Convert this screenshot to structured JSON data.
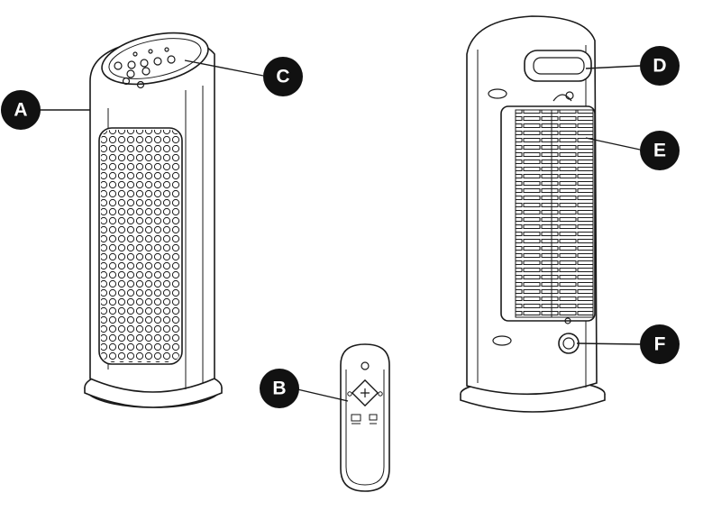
{
  "callouts": {
    "a": "A",
    "b": "B",
    "c": "C",
    "d": "D",
    "e": "E",
    "f": "F"
  },
  "colors": {
    "outline": "#1a1a1a",
    "callout_fill": "#111111",
    "callout_text": "#ffffff",
    "background": "#ffffff"
  }
}
